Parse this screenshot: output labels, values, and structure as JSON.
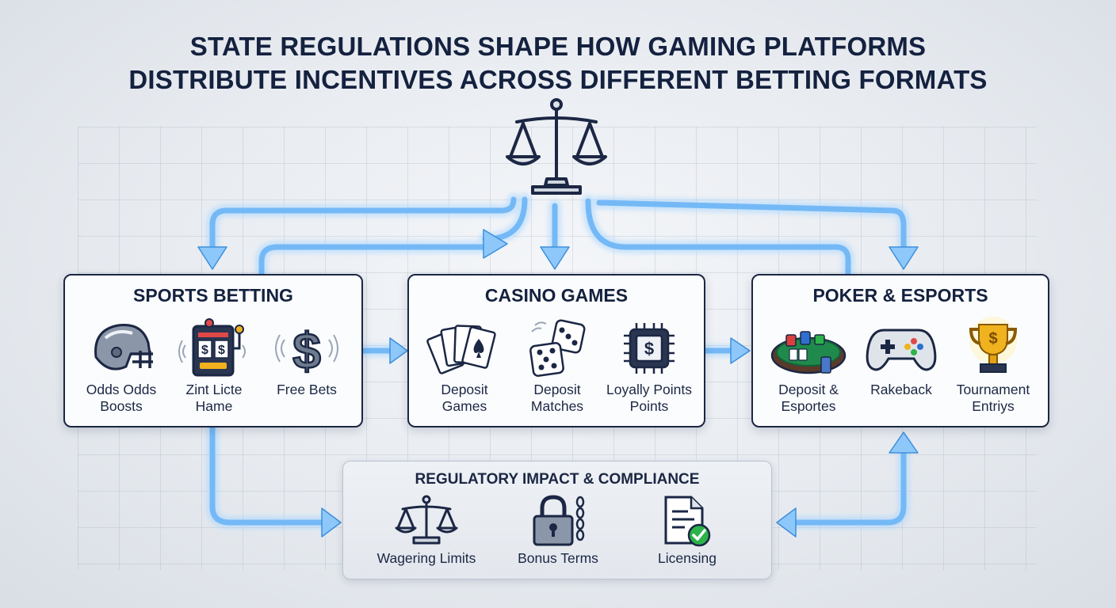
{
  "title": {
    "line1": "STATE REGULATIONS SHAPE HOW GAMING PLATFORMS",
    "line2": "DISTRIBUTE INCENTIVES ACROSS DIFFERENT BETTING FORMATS"
  },
  "colors": {
    "navy": "#1b2744",
    "flow": "#74b9f6",
    "flow_glow": "#a9d6ff",
    "check": "#2cb34a",
    "gold": "#f0b21e"
  },
  "hub": {
    "icon": "scales-icon"
  },
  "sports": {
    "title": "SPORTS BETTING",
    "items": [
      {
        "icon": "football-helmet-icon",
        "line1": "Odds Odds",
        "line2": "Boosts"
      },
      {
        "icon": "slot-machine-icon",
        "line1": "Zint Licte",
        "line2": "Hame"
      },
      {
        "icon": "dollar-icon",
        "line1": "Free Bets",
        "line2": ""
      }
    ]
  },
  "casino": {
    "title": "CASINO GAMES",
    "items": [
      {
        "icon": "playing-cards-icon",
        "line1": "Deposit",
        "line2": "Games"
      },
      {
        "icon": "dice-icon",
        "line1": "Deposit",
        "line2": "Matches"
      },
      {
        "icon": "chip-dollar-icon",
        "line1": "Loyally Points",
        "line2": "Points"
      }
    ]
  },
  "poker": {
    "title": "POKER & ESPORTS",
    "items": [
      {
        "icon": "poker-table-icon",
        "line1": "Deposit &",
        "line2": "Esportes"
      },
      {
        "icon": "gamepad-icon",
        "line1": "Rakeback",
        "line2": ""
      },
      {
        "icon": "trophy-icon",
        "line1": "Tournament",
        "line2": "Entriys"
      }
    ]
  },
  "regulatory": {
    "title": "REGULATORY IMPACT & COMPLIANCE",
    "items": [
      {
        "icon": "scales-icon",
        "label": "Wagering Limits"
      },
      {
        "icon": "padlock-chain-icon",
        "label": "Bonus Terms"
      },
      {
        "icon": "license-document-icon",
        "label": "Licensing"
      }
    ]
  }
}
